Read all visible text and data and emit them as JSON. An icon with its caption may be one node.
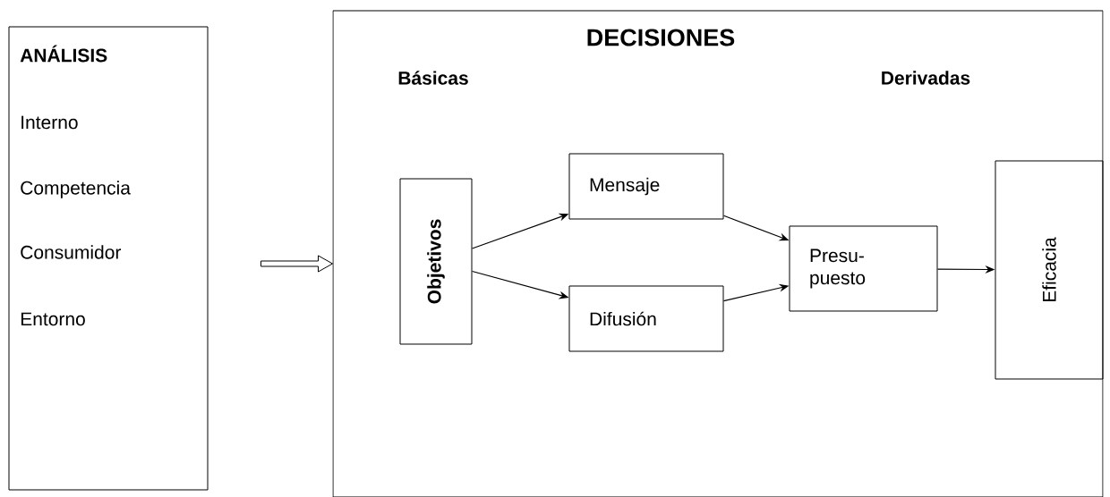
{
  "diagram": {
    "nodes": [
      {
        "text": [
          "ANÁLISIS",
          "Interno",
          "Competencia",
          "Consumidor",
          "Entorno"
        ]
      },
      {
        "text": [
          "DECISIONES",
          "Básicas",
          "Derivadas"
        ]
      },
      {
        "text": [
          "Objetivos"
        ],
        "in": 1
      },
      {
        "text": [
          "Mensaje"
        ],
        "in": 1
      },
      {
        "text": [
          "Difusión"
        ],
        "in": 1
      },
      {
        "text": [
          "Presu- puesto"
        ],
        "in": 1
      },
      {
        "text": [
          "Eficacia"
        ],
        "in": 1
      }
    ],
    "edges": [
      {
        "from": null,
        "to": 1,
        "arrow": "to",
        "style": "thick"
      },
      {
        "from": 2,
        "to": 3,
        "arrow": "to"
      },
      {
        "from": 2,
        "to": 4,
        "arrow": "to"
      },
      {
        "from": 3,
        "to": 5,
        "arrow": "to"
      },
      {
        "from": 4,
        "to": 5,
        "arrow": "to"
      },
      {
        "from": 5,
        "to": 6,
        "arrow": "to"
      }
    ]
  }
}
